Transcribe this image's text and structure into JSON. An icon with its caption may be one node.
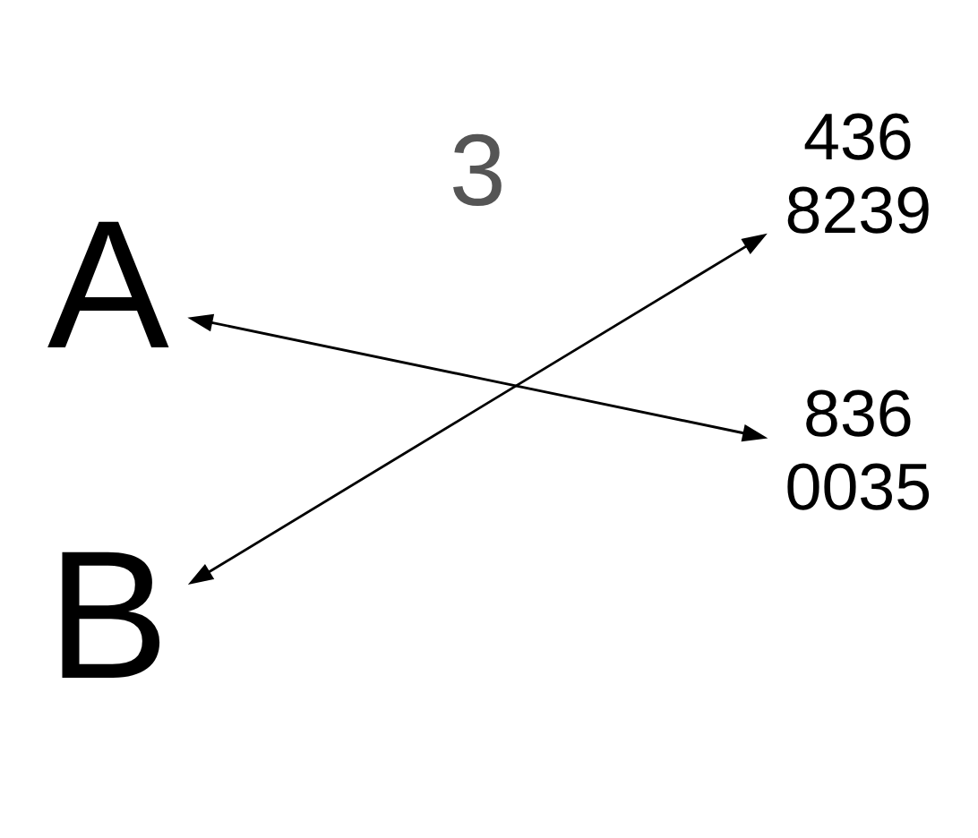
{
  "diagram": {
    "nodes": [
      {
        "text": [
          "A"
        ]
      },
      {
        "text": [
          "436",
          "8239"
        ]
      },
      {
        "text": [
          "B"
        ]
      },
      {
        "text": [
          "836",
          "0035"
        ]
      }
    ],
    "edges": [
      {
        "from": 0,
        "to": 3,
        "arrow": "both"
      },
      {
        "from": 2,
        "to": 1,
        "arrow": "both"
      }
    ],
    "labels": [
      "3"
    ]
  }
}
